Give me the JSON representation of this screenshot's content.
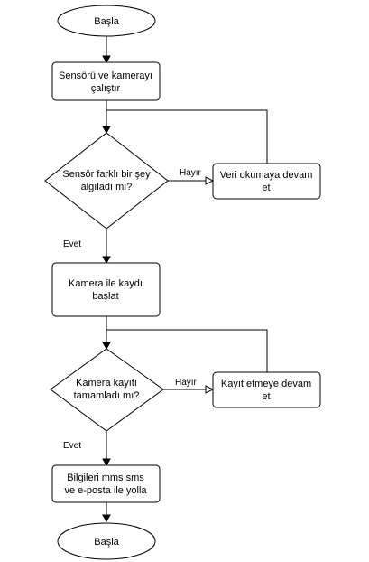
{
  "flowchart": {
    "start": {
      "text": "Başla"
    },
    "start_sensor": {
      "lines": [
        "Sensörü ve kamerayı",
        "çalıştır"
      ]
    },
    "sensor_decision": {
      "lines": [
        "Sensör farklı bir şey",
        "algıladı mı?"
      ]
    },
    "keep_reading": {
      "lines": [
        "Veri okumaya devam",
        "et"
      ]
    },
    "start_recording": {
      "lines": [
        "Kamera ile kaydı",
        "başlat"
      ]
    },
    "record_decision": {
      "lines": [
        "Kamera kayıtı",
        "tamamladı mı?"
      ]
    },
    "keep_recording": {
      "lines": [
        "Kayıt etmeye devam",
        "et"
      ]
    },
    "send_info": {
      "lines": [
        "Bilgileri mms sms",
        "ve e-posta ile yolla"
      ]
    },
    "end": {
      "text": "Başla"
    },
    "edge_labels": {
      "sensor_no": "Hayır",
      "sensor_yes": "Evet",
      "record_no": "Hayır",
      "record_yes": "Evet"
    }
  }
}
